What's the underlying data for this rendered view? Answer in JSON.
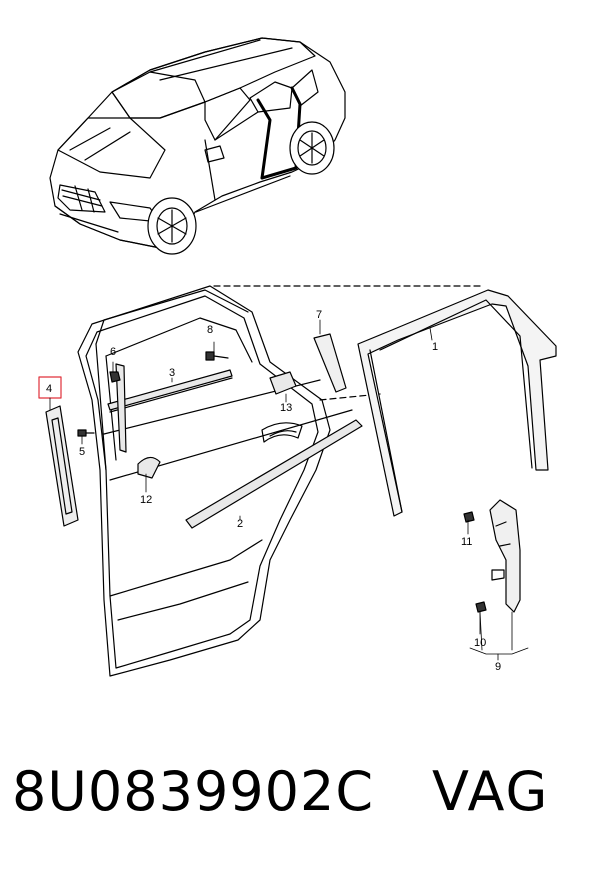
{
  "callouts": {
    "c1": "1",
    "c2": "2",
    "c3": "3",
    "c4": "4",
    "c5": "5",
    "c6": "6",
    "c7": "7",
    "c8": "8",
    "c9": "9",
    "c10": "10",
    "c11": "11",
    "c12": "12",
    "c13": "13"
  },
  "highlight_color": "#e0303a",
  "footer": {
    "part_number": "8U0839902C",
    "brand": "VAG"
  }
}
